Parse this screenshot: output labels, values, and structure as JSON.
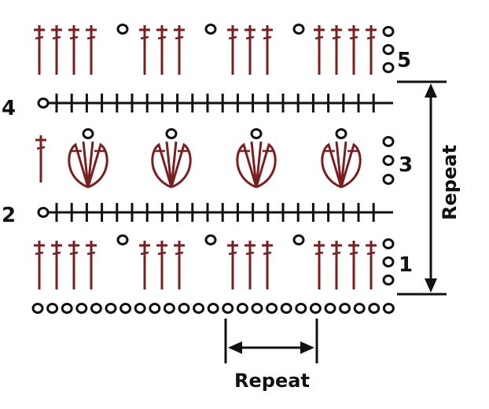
{
  "labels": {
    "row1": "1",
    "row2": "2",
    "row3": "3",
    "row4": "4",
    "row5": "5",
    "repeat_vertical": "Repeat",
    "repeat_horizontal": "Repeat"
  },
  "colors": {
    "stitch": "#7a1f1f",
    "ink": "#111111",
    "background": "#ffffff"
  },
  "legend_symbols": [
    "chain-stitch",
    "double-crochet",
    "single-crochet",
    "tulip-cluster"
  ]
}
